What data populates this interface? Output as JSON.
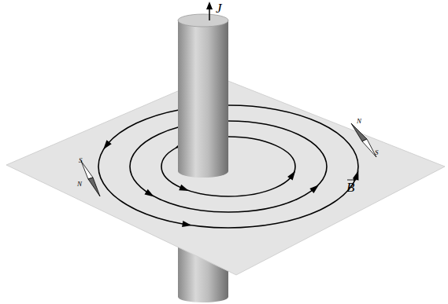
{
  "diagram": {
    "labels": [
      "J",
      "B",
      "N",
      "S",
      "S",
      "N"
    ]
  }
}
